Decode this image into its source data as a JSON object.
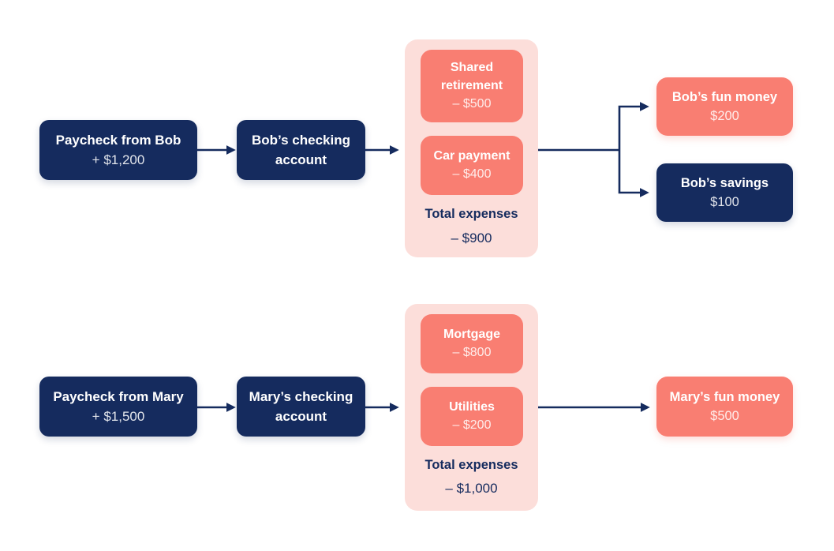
{
  "diagram": {
    "title": "household-budget-money-flow",
    "colors": {
      "navy": "#152b5e",
      "coral": "#f97e72",
      "panel_pink": "#fcdeda",
      "background": "#ffffff",
      "box_text": "#ffffff"
    },
    "bob": {
      "paycheck": {
        "title": "Paycheck from Bob",
        "amount": "+ $1,200"
      },
      "checking": {
        "title": "Bob’s checking account"
      },
      "expenses": {
        "item1": {
          "title": "Shared retirement",
          "amount": "– $500"
        },
        "item2": {
          "title": "Car payment",
          "amount": "– $400"
        },
        "total_label": "Total expenses",
        "total_amount": "– $900"
      },
      "fun_money": {
        "title": "Bob’s fun money",
        "amount": "$200"
      },
      "savings": {
        "title": "Bob’s savings",
        "amount": "$100"
      }
    },
    "mary": {
      "paycheck": {
        "title": "Paycheck from Mary",
        "amount": "+ $1,500"
      },
      "checking": {
        "title": "Mary’s checking account"
      },
      "expenses": {
        "item1": {
          "title": "Mortgage",
          "amount": "– $800"
        },
        "item2": {
          "title": "Utilities",
          "amount": "– $200"
        },
        "total_label": "Total expenses",
        "total_amount": "– $1,000"
      },
      "fun_money": {
        "title": "Mary’s fun money",
        "amount": "$500"
      }
    }
  }
}
